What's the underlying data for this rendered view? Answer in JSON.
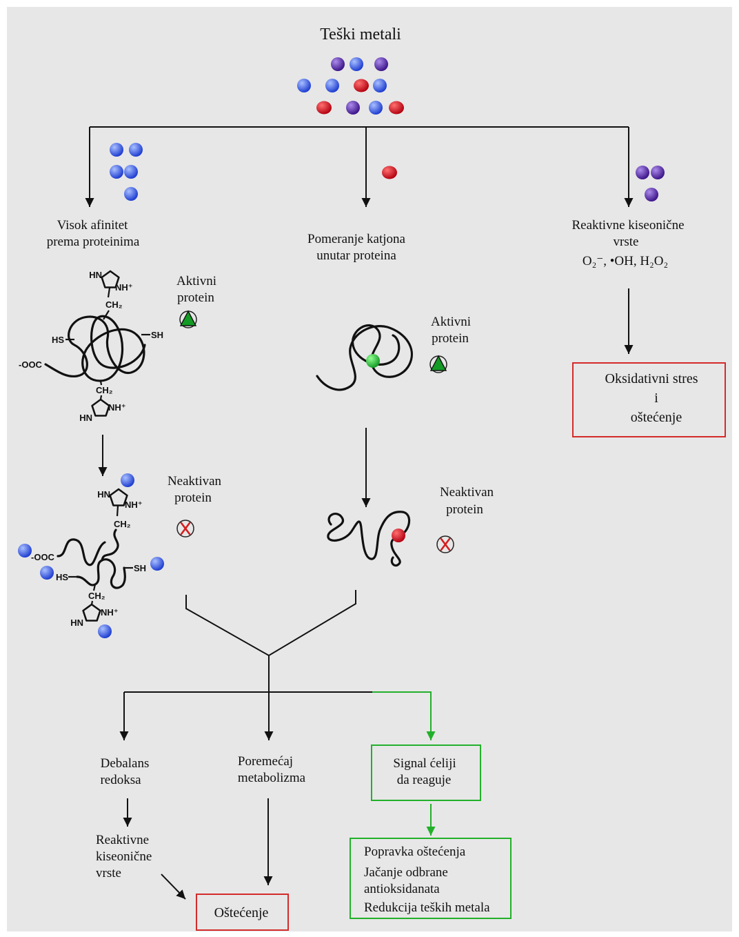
{
  "colors": {
    "background": "#e7e7e7",
    "metal_blue_light": "#a9c0ff",
    "metal_blue": "#1c3bd0",
    "metal_red_light": "#ff7070",
    "metal_red": "#b3000f",
    "metal_purple_light": "#ac8ceb",
    "metal_purple": "#3b1288",
    "active_green_light": "#93ff93",
    "active_green": "#139b25",
    "damage_red": "#d42a2a",
    "repair_green": "#22b02a",
    "inactive_x": "#d41e1e"
  },
  "title": "Teški metali",
  "branches": {
    "high_affinity": {
      "line1": "Visok afinitet",
      "line2": "prema proteinima",
      "active_protein": {
        "line1": "Aktivni",
        "line2": "protein"
      },
      "inactive_protein": {
        "line1": "Neaktivan",
        "line2": "protein"
      }
    },
    "cation_displacement": {
      "line1": "Pomeranje katjona",
      "line2": "unutar proteina",
      "active_protein": {
        "line1": "Aktivni",
        "line2": "protein"
      },
      "inactive_protein": {
        "line1": "Neaktivan",
        "line2": "protein"
      }
    },
    "reactive_oxygen_species": {
      "line1": "Reaktivne kiseonične",
      "line2": "vrste",
      "species": "O₂⁻,  •OH,  H₂O₂"
    }
  },
  "chemical_groups": {
    "imidazole_hn": "HN",
    "imidazole_nh": "NH⁺",
    "methylene": "CH₂",
    "thiol_left": "HS",
    "thiol_right": "SH",
    "carboxyl": "-OOC"
  },
  "oxidative_stress_box": {
    "line1": "Oksidativni stres",
    "line2": "i",
    "line3": "oštećenje"
  },
  "outcomes": {
    "redox_imbalance": {
      "line1": "Debalans",
      "line2": "redoksa"
    },
    "metabolic_disruption": {
      "line1": "Poremećaj",
      "line2": "metabolizma"
    },
    "cell_signal": {
      "line1": "Signal ćeliji",
      "line2": "da reaguje"
    },
    "secondary_ros": {
      "line1": "Reaktivne",
      "line2": "kiseonične",
      "line3": "vrste"
    },
    "damage": "Oštećenje",
    "repair": {
      "line1": "Popravka oštećenja",
      "line2": "Jačanje odbrane",
      "line3": "antioksidanata",
      "line4": "Redukcija teških metala"
    }
  }
}
